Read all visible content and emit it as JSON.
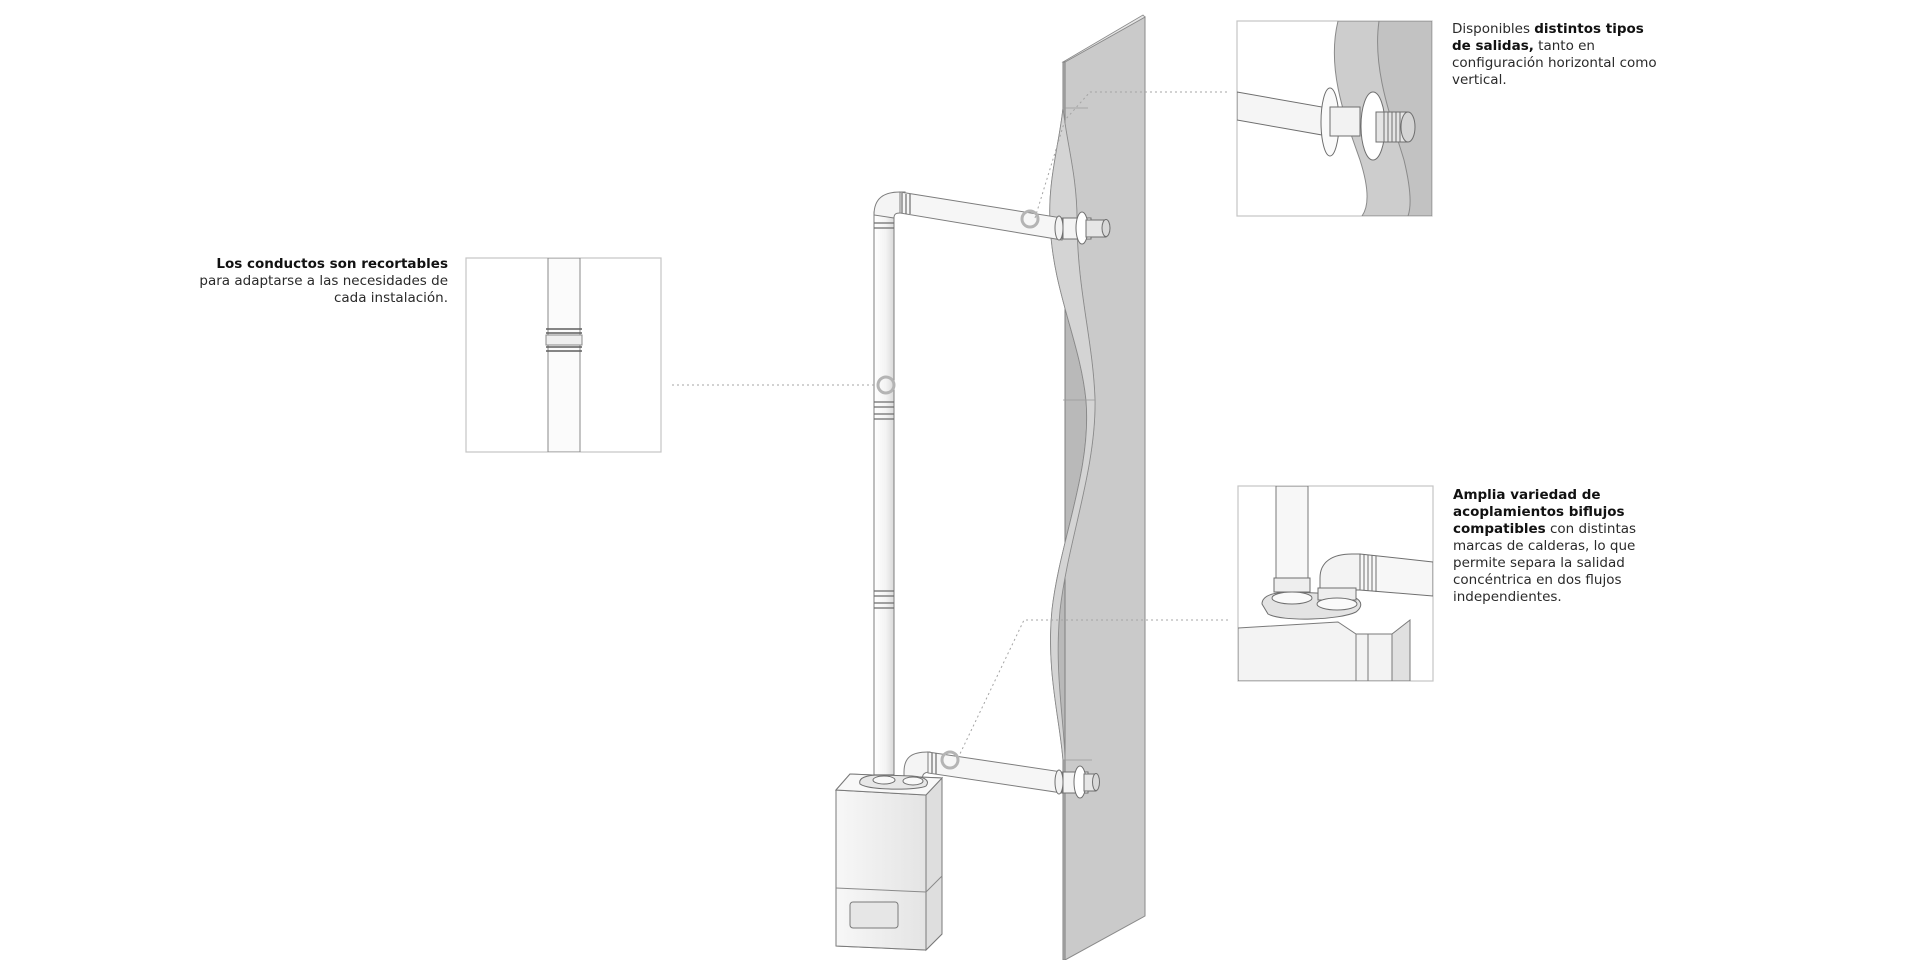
{
  "callouts": {
    "cut": {
      "bold": "Los conductos son recortables",
      "rest": "para adaptarse a las necesidades de cada instalación."
    },
    "outlets": {
      "prefix": "Disponibles ",
      "bold": "distintos tipos de salidas,",
      "rest": " tanto en configuración horizontal como vertical."
    },
    "couplings": {
      "bold": "Amplia variedad de acoplamientos biflujos compatibles",
      "rest": " con distintas marcas de calderas, lo que permite separa la salidad concéntrica en dos flujos independientes."
    }
  },
  "colors": {
    "wall_front": "#cdcdcd",
    "wall_side": "#e2e2e2",
    "wall_cut": "#a9a9a9",
    "line": "#7a7a7a",
    "detail_frame": "#c6c6c6",
    "marker": "#b0b0b0",
    "leader": "#9a9a9a"
  },
  "icons": [
    "boiler-illustration",
    "flue-pipe",
    "wall-terminal",
    "cut-joint-detail"
  ]
}
